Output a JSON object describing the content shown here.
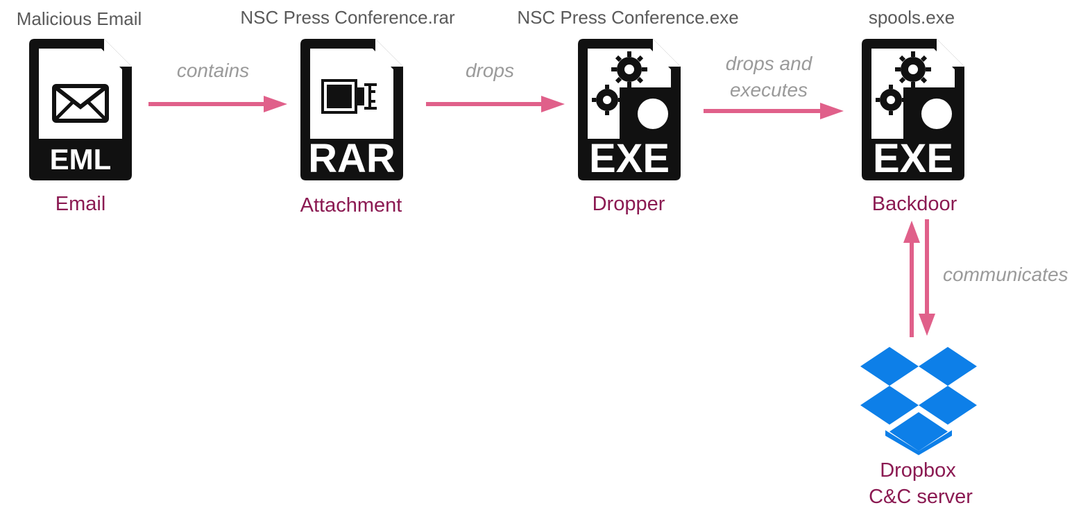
{
  "nodes": {
    "email": {
      "filename": "Malicious Email",
      "role": "Email",
      "badge": "EML",
      "icon": "eml-file-icon"
    },
    "attachment": {
      "filename": "NSC Press Conference.rar",
      "role": "Attachment",
      "badge": "RAR",
      "icon": "rar-file-icon"
    },
    "dropper": {
      "filename": "NSC Press Conference.exe",
      "role": "Dropper",
      "badge": "EXE",
      "icon": "exe-file-icon"
    },
    "backdoor": {
      "filename": "spools.exe",
      "role": "Backdoor",
      "badge": "EXE",
      "icon": "exe-file-icon"
    },
    "server": {
      "role_line1": "Dropbox",
      "role_line2": "C&C server",
      "icon": "dropbox-icon"
    }
  },
  "edges": {
    "email_to_attachment": "contains",
    "attachment_to_dropper": "drops",
    "dropper_to_backdoor_line1": "drops and",
    "dropper_to_backdoor_line2": "executes",
    "backdoor_server": "communicates"
  },
  "colors": {
    "arrow": "#e0608a",
    "role_text": "#8b1a52",
    "filename_text": "#5a5a5a",
    "edge_label_text": "#9a9a9a",
    "icon_fill": "#111111",
    "dropbox_blue": "#0d7fe8"
  }
}
